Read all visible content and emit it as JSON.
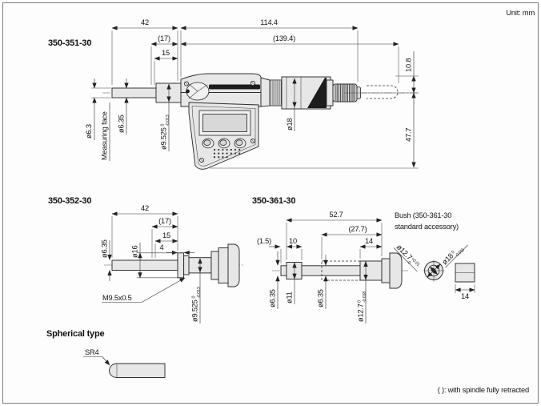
{
  "page": {
    "unit_label": "Unit: mm",
    "footnote": "( ): with spindle fully retracted",
    "colors": {
      "ink": "#1a1a1a",
      "fill_gray": "#e7e7e7",
      "black_wedge": "#1c1c1c"
    }
  },
  "d1": {
    "model": "350-351-30",
    "dims": {
      "d42": "42",
      "d17": "(17)",
      "d15": "15",
      "d114": "114.4",
      "d139": "(139.4)",
      "d108": "10.8",
      "d477": "47.7",
      "dia18": "ø18",
      "dia63": "ø6.3",
      "measuring_face": "Measuring face",
      "dia635": "ø6.35",
      "stem_base": "ø9.525",
      "stem_sup": "0",
      "stem_sub": "-0.013"
    }
  },
  "d2": {
    "model": "350-352-30",
    "dims": {
      "d42": "42",
      "d17": "(17)",
      "d15": "15",
      "d4": "4",
      "dia635": "ø6.35",
      "dia16": "ø16",
      "thread": "M9.5x0.5",
      "stem_base": "ø9.525",
      "stem_sup": "0",
      "stem_sub": "-0.013"
    }
  },
  "d3": {
    "model": "350-361-30",
    "dims": {
      "d527": "52.7",
      "d277": "(27.7)",
      "d15": "(1.5)",
      "d10": "10",
      "d14": "14",
      "dia635a": "ø6.35",
      "dia11": "ø11",
      "dia635b": "ø6.35",
      "dia127_base": "ø12.7",
      "dia127_sup": "0",
      "dia127_sub": "-0.018"
    }
  },
  "bush": {
    "label_line1": "Bush (350-361-30",
    "label_line2": "standard accessory)",
    "bore_base": "ø12.7",
    "bore_sup": "+0.01",
    "bore_sub": "0",
    "od_base": "ø18",
    "od_sup": "0",
    "od_sub": "-0.011",
    "d14": "14"
  },
  "spherical": {
    "title": "Spherical type",
    "label": "SR4"
  }
}
